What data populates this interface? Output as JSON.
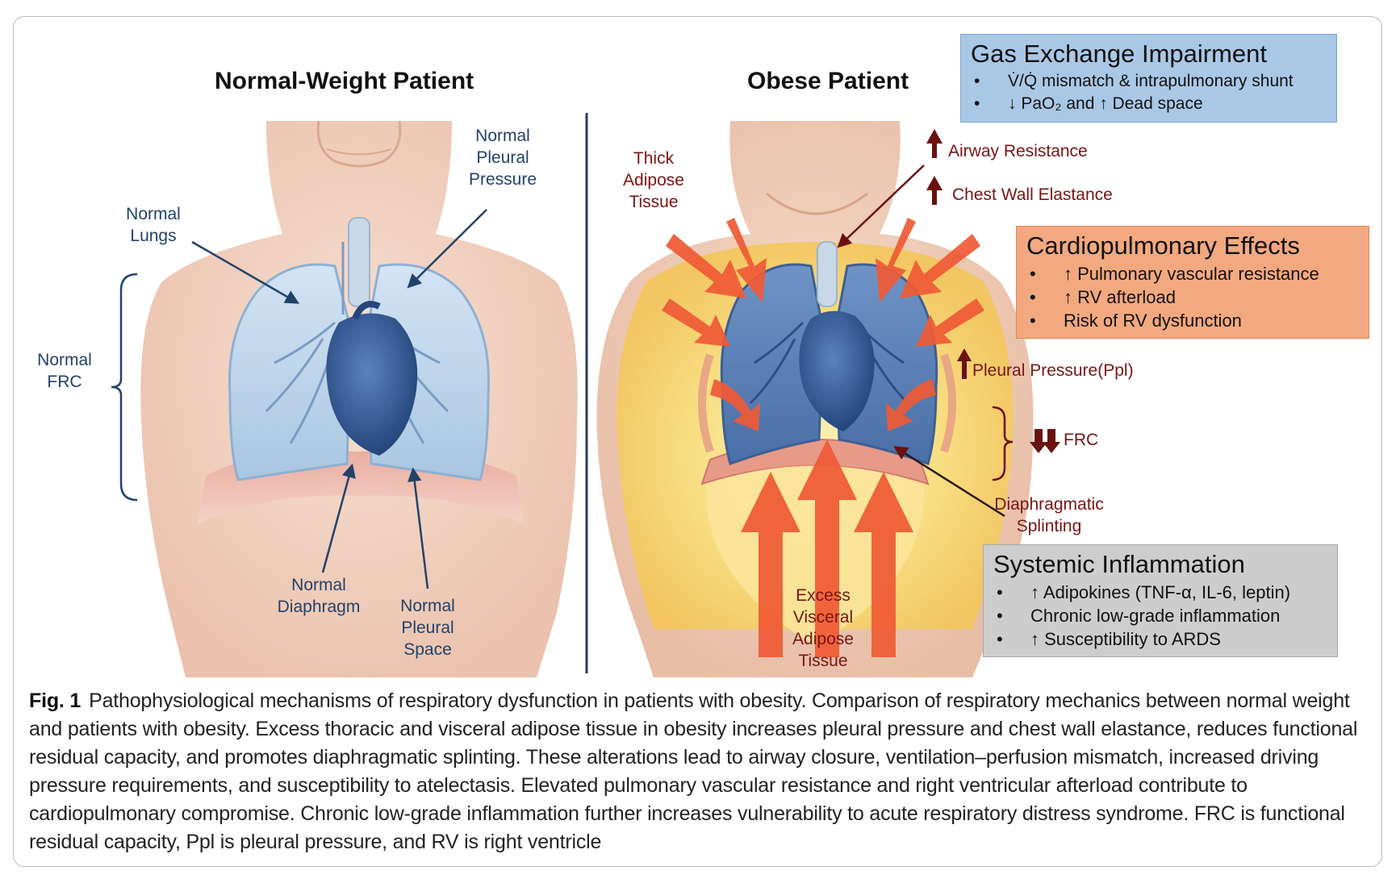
{
  "panels": {
    "left_title": "Normal-Weight Patient",
    "right_title": "Obese Patient"
  },
  "left_labels": {
    "normal_lungs": "Normal\nLungs",
    "normal_pleural_pressure": "Normal\nPleural\nPressure",
    "normal_frc": "Normal\nFRC",
    "normal_diaphragm": "Normal\nDiaphragm",
    "normal_pleural_space": "Normal\nPleural\nSpace"
  },
  "right_labels": {
    "thick_adipose": "Thick\nAdipose\nTissue",
    "airway_resistance": "Airway Resistance",
    "chest_wall_elastance": "Chest Wall Elastance",
    "pleural_pressure": "Pleural Pressure(Ppl)",
    "frc": "FRC",
    "diaphragmatic_splinting": "Diaphragmatic\nSplinting",
    "excess_visceral": "Excess\nVisceral\nAdipose\nTissue"
  },
  "boxes": {
    "gas": {
      "title": "Gas Exchange Impairment",
      "items": [
        "V̇/Q̇ mismatch & intrapulmonary shunt",
        "↓ PaO₂ and ↑ Dead space"
      ]
    },
    "cardio": {
      "title": "Cardiopulmonary Effects",
      "items": [
        "↑ Pulmonary vascular resistance",
        "↑ RV afterload",
        "Risk of RV dysfunction"
      ]
    },
    "inflam": {
      "title": "Systemic Inflammation",
      "items": [
        "↑ Adipokines (TNF-α, IL-6, leptin)",
        "Chronic low-grade inflammation",
        "↑ Susceptibility to ARDS"
      ]
    }
  },
  "caption": {
    "label": "Fig. 1",
    "text": "Pathophysiological mechanisms of respiratory dysfunction in patients with obesity. Comparison of respiratory mechanics between normal weight and patients with obesity. Excess thoracic and visceral adipose tissue in obesity increases pleural pressure and chest wall elastance, reduces functional residual capacity, and promotes diaphragmatic splinting. These alterations lead to airway closure, ventilation–perfusion mismatch, increased driving pressure requirements, and susceptibility to atelectasis. Elevated pulmonary vascular resistance and right ventricular afterload contribute to cardiopulmonary compromise. Chronic low-grade inflammation further increases vulnerability to acute respiratory distress syndrome. FRC is functional residual capacity, Ppl is pleural pressure, and RV is right ventricle"
  },
  "colors": {
    "label_blue": "#23426a",
    "label_red": "#7a1414",
    "gas_box": "#a9c8e6",
    "cardio_box": "#f3a97f",
    "inflam_box": "#cdcdcd",
    "lung_normal": "#b9d3ea",
    "lung_obese": "#5d82b8",
    "heart": "#3a5f9a",
    "fat": "#f7d86b",
    "arrow": "#f05a35"
  }
}
